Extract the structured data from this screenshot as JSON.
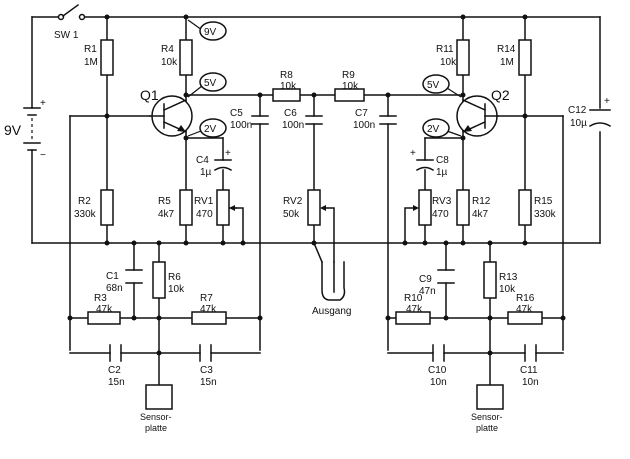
{
  "switch": {
    "name": "SW 1"
  },
  "battery": {
    "label": "9V",
    "plus": "+",
    "minus": "−"
  },
  "test_points": [
    {
      "id": "tp-9v",
      "label": "9V"
    },
    {
      "id": "tp-5v-left",
      "label": "5V"
    },
    {
      "id": "tp-2v-left",
      "label": "2V"
    },
    {
      "id": "tp-5v-right",
      "label": "5V"
    },
    {
      "id": "tp-2v-right",
      "label": "2V"
    }
  ],
  "transistors": [
    {
      "name": "Q1"
    },
    {
      "name": "Q2"
    }
  ],
  "resistors": [
    {
      "name": "R1",
      "value": "1M"
    },
    {
      "name": "R2",
      "value": "330k"
    },
    {
      "name": "R4",
      "value": "10k"
    },
    {
      "name": "R5",
      "value": "4k7"
    },
    {
      "name": "RV1",
      "value": "470"
    },
    {
      "name": "R8",
      "value": "10k"
    },
    {
      "name": "R9",
      "value": "10k"
    },
    {
      "name": "RV2",
      "value": "50k"
    },
    {
      "name": "R11",
      "value": "10k"
    },
    {
      "name": "R14",
      "value": "1M"
    },
    {
      "name": "RV3",
      "value": "470"
    },
    {
      "name": "R12",
      "value": "4k7"
    },
    {
      "name": "R15",
      "value": "330k"
    },
    {
      "name": "R6",
      "value": "10k"
    },
    {
      "name": "R3",
      "value": "47k"
    },
    {
      "name": "R7",
      "value": "47k"
    },
    {
      "name": "R13",
      "value": "10k"
    },
    {
      "name": "R10",
      "value": "47k"
    },
    {
      "name": "R16",
      "value": "47k"
    }
  ],
  "capacitors": [
    {
      "name": "C5",
      "value": "100n"
    },
    {
      "name": "C6",
      "value": "100n"
    },
    {
      "name": "C7",
      "value": "100n"
    },
    {
      "name": "C4",
      "value": "1µ"
    },
    {
      "name": "C8",
      "value": "1µ"
    },
    {
      "name": "C12",
      "value": "10µ"
    },
    {
      "name": "C1",
      "value": "68n"
    },
    {
      "name": "C2",
      "value": "15n"
    },
    {
      "name": "C3",
      "value": "15n"
    },
    {
      "name": "C9",
      "value": "47n"
    },
    {
      "name": "C10",
      "value": "10n"
    },
    {
      "name": "C11",
      "value": "10n"
    }
  ],
  "output": {
    "label": "Ausgang"
  },
  "sensor_left": {
    "line1": "Sensor-",
    "line2": "platte"
  },
  "sensor_right": {
    "line1": "Sensor-",
    "line2": "platte"
  }
}
